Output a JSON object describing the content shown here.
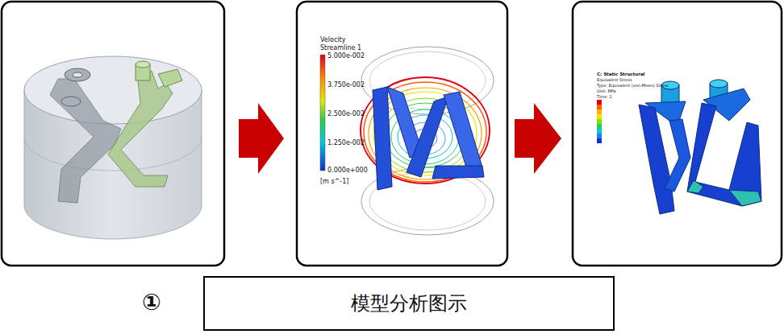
{
  "diagram": {
    "nodes": [
      {
        "text": [
          "模型分析图示"
        ]
      }
    ],
    "labels": [
      "Velocity",
      "Streamline 1",
      "5.000e-002",
      "3.750e-002",
      "2.500e-002",
      "1.250e-002",
      "0.000e+000",
      "[m s^-1]",
      "C: Static Structural",
      "Equivalent Stress",
      "Type: Equivalent (von-Mises) Stress",
      "Unit: MPa",
      "Time: 1",
      "①"
    ]
  }
}
